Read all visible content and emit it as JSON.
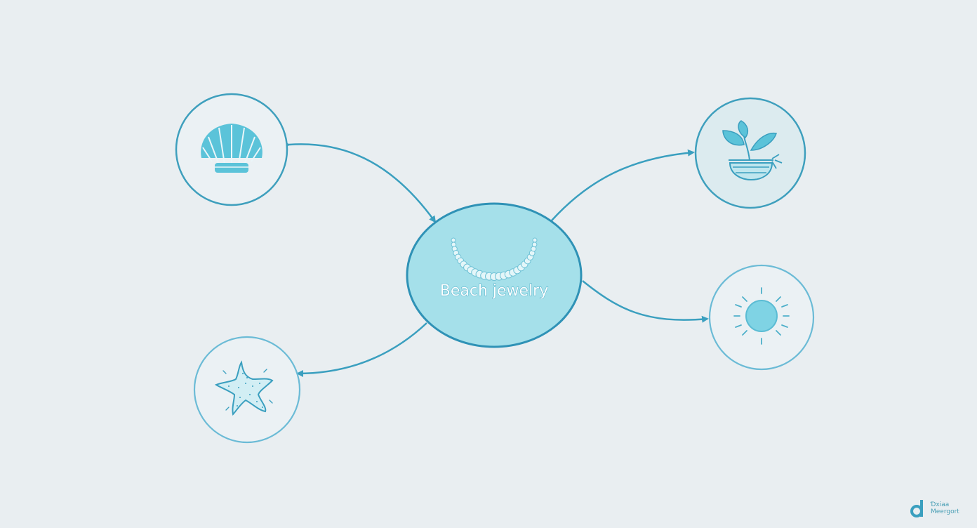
{
  "diagram": {
    "center_label": "Beach jewelry",
    "nodes": [
      {
        "name": "seashell-node",
        "icon": "seashell-icon"
      },
      {
        "name": "plant-bowl-node",
        "icon": "plant-in-bowl-icon"
      },
      {
        "name": "sun-node",
        "icon": "sun-icon"
      },
      {
        "name": "starfish-node",
        "icon": "starfish-icon"
      }
    ],
    "center_icon": "pearl-necklace-icon"
  },
  "watermark": {
    "line1": "Ɗxiaa",
    "line2": "Meergort"
  },
  "colors": {
    "background": "#e9eef1",
    "accent": "#3a9fbf",
    "center_fill": "#a5e0ea",
    "icon_fill": "#5bc3d9"
  }
}
